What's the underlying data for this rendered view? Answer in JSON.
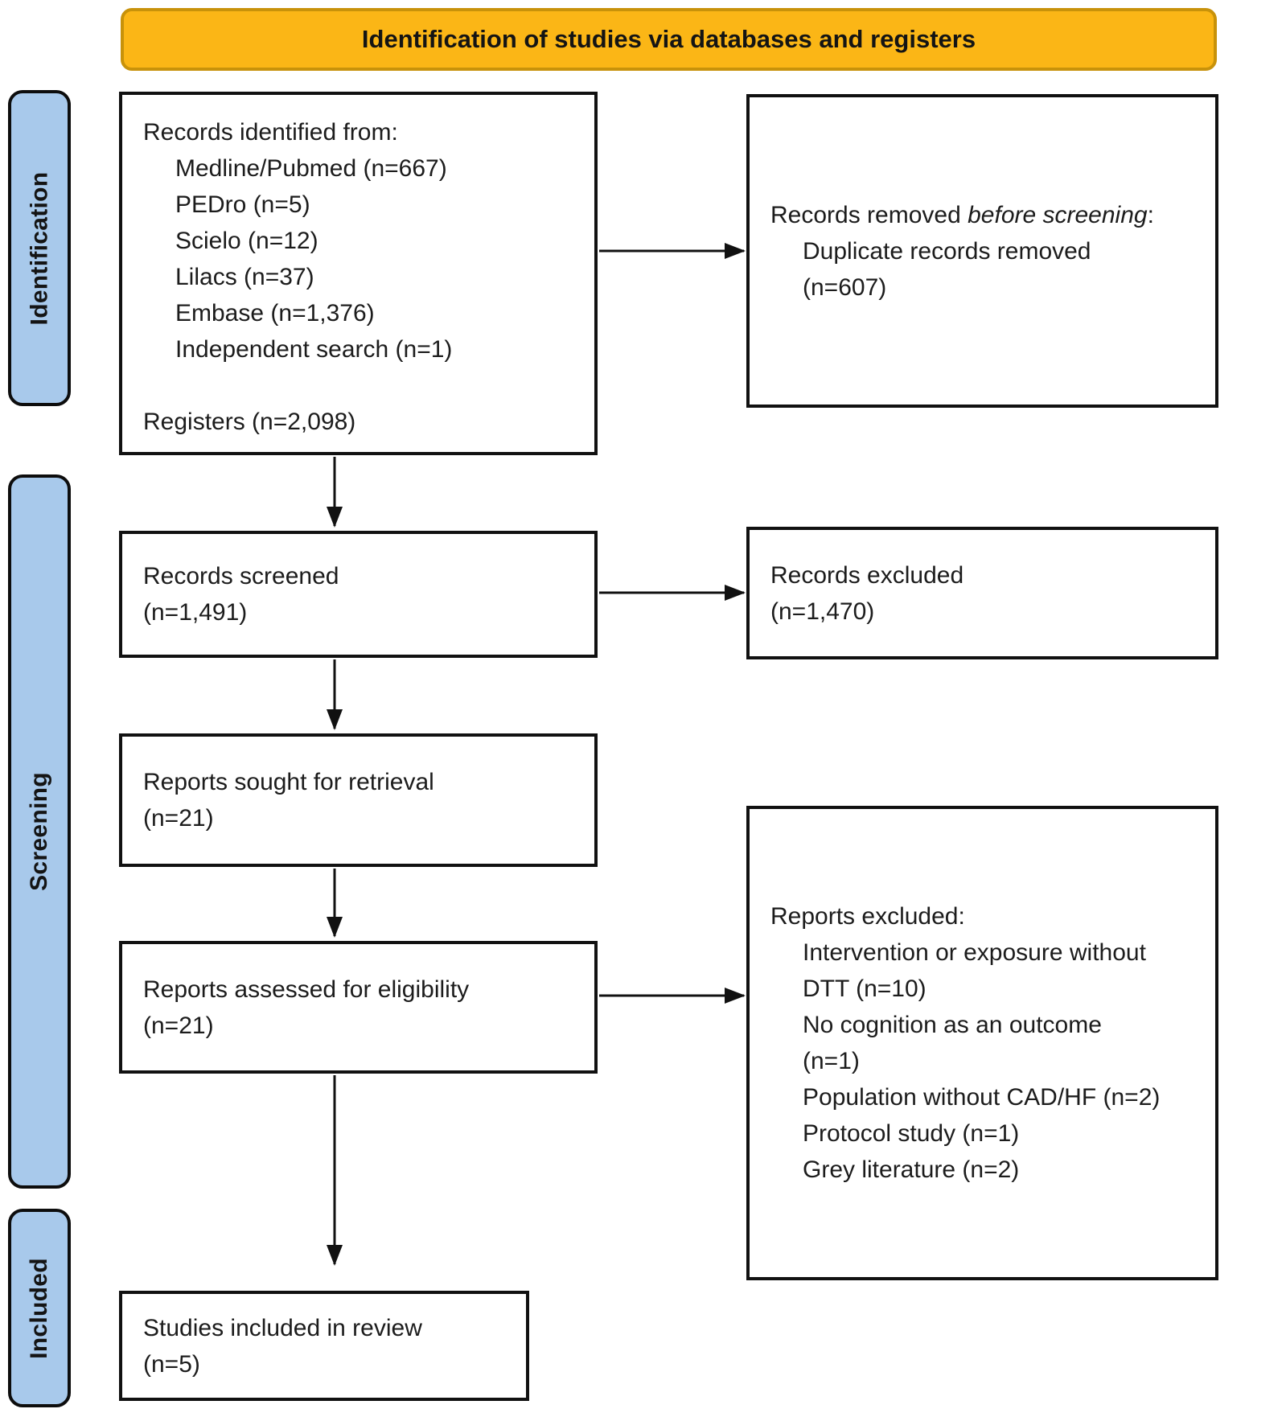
{
  "banner": {
    "title": "Identification of studies via databases and registers"
  },
  "sidebar": {
    "identification": "Identification",
    "screening": "Screening",
    "included": "Included"
  },
  "boxes": {
    "identified": {
      "lines": [
        "Records identified from:",
        {
          "t": "Medline/Pubmed (n=667)",
          "i": 1
        },
        {
          "t": "PEDro (n=5)",
          "i": 1
        },
        {
          "t": "Scielo (n=12)",
          "i": 1
        },
        {
          "t": "Lilacs (n=37)",
          "i": 1
        },
        {
          "t": "Embase (n=1,376)",
          "i": 1
        },
        {
          "t": "Independent search (n=1)",
          "i": 1
        },
        "",
        "Registers (n=2,098)"
      ]
    },
    "removed": {
      "lines": [
        {
          "parts": [
            {
              "t": "Records removed "
            },
            {
              "t": "before screening",
              "italic": true
            },
            {
              "t": ":"
            }
          ]
        },
        {
          "t": "Duplicate records removed",
          "i": 1
        },
        {
          "t": "(n=607)",
          "i": 1
        }
      ]
    },
    "screened": {
      "lines": [
        "Records screened",
        "(n=1,491)"
      ]
    },
    "records_excluded": {
      "lines": [
        "Records excluded",
        "(n=1,470)"
      ]
    },
    "sought": {
      "lines": [
        "Reports sought for retrieval",
        "(n=21)"
      ]
    },
    "assessed": {
      "lines": [
        "Reports assessed for eligibility",
        "(n=21)"
      ]
    },
    "reports_excluded": {
      "lines": [
        "Reports excluded:",
        {
          "t": "Intervention or exposure without",
          "i": 1
        },
        {
          "t": "DTT (n=10)",
          "i": 1
        },
        {
          "t": "No cognition as an outcome",
          "i": 1
        },
        {
          "t": "(n=1)",
          "i": 1
        },
        {
          "t": "Population without CAD/HF (n=2)",
          "i": 1
        },
        {
          "t": "Protocol study (n=1)",
          "i": 1
        },
        {
          "t": "Grey literature (n=2)",
          "i": 1
        }
      ]
    },
    "included_studies": {
      "lines": [
        "Studies included in review",
        "(n=5)"
      ]
    }
  },
  "colors": {
    "banner_fill": "#FBB616",
    "banner_border": "#C8920A",
    "sidebar_fill": "#A8C9EB",
    "box_border": "#111111",
    "arrow": "#111111"
  }
}
